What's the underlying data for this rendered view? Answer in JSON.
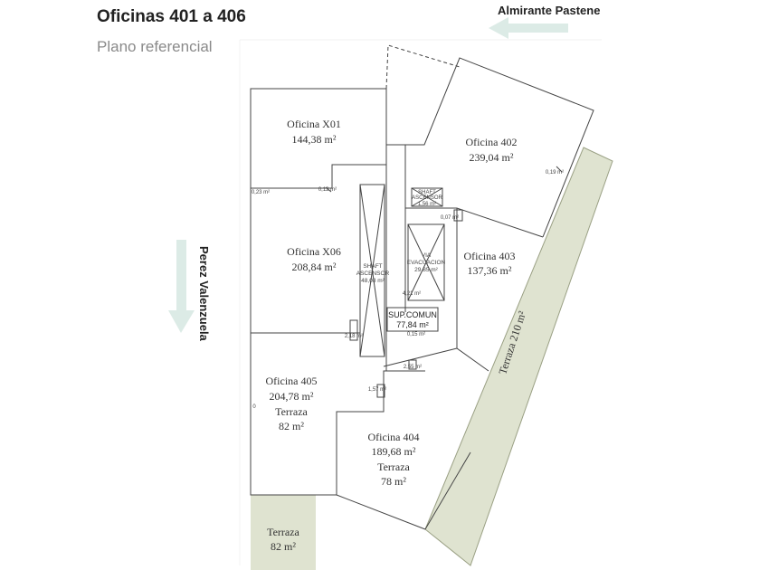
{
  "header": {
    "title": "Oficinas 401 a 406",
    "subtitle": "Plano referencial"
  },
  "streets": {
    "top": "Almirante Pastene",
    "left": "Perez Valenzuela"
  },
  "rooms": {
    "x01": {
      "name": "Oficina X01",
      "area": "144,38 m²"
    },
    "x06": {
      "name": "Oficina X06",
      "area": "208,84 m²"
    },
    "o402": {
      "name": "Oficina 402",
      "area": "239,04 m²"
    },
    "o403": {
      "name": "Oficina 403",
      "area": "137,36 m²"
    },
    "o405": {
      "name": "Oficina 405",
      "area": "204,78 m²",
      "terrace_label": "Terraza",
      "terrace_area": "82 m²"
    },
    "o404": {
      "name": "Oficina 404",
      "area": "189,68 m²",
      "terrace_label": "Terraza",
      "terrace_area": "78 m²"
    },
    "terraza_bottom": {
      "name": "Terraza",
      "area": "82 m²"
    },
    "terraza_210": {
      "name": "Terraza 210 m²"
    }
  },
  "core": {
    "shaft_asc": {
      "line1": "SHAFT",
      "line2": "ASCENSOR",
      "area": "48,08 m²"
    },
    "shaft_asc_small": {
      "line1": "SHAFT",
      "line2": "ASCENSOR",
      "area": "1,56 m²"
    },
    "via_evac": {
      "line1": "VIA",
      "line2": "EVACUACION",
      "area": "29,85 m²"
    },
    "sup_comun": {
      "label": "SUP.COMUN",
      "area": "77,84 m²"
    }
  },
  "small_areas": {
    "a1": "0,23 m²",
    "a2": "0,12 m²",
    "a3": "0,19 m²",
    "a4": "0,07 m²",
    "a5": "4,21 m²",
    "a6": "2,18 m²",
    "a7": "0,15 m²",
    "a8": "2,55 m²",
    "a9": "1,57 m²",
    "a10": "0"
  },
  "colors": {
    "wall": "#444444",
    "terrace_fill": "#dfe3d0",
    "arrow": "#dcebe6"
  }
}
